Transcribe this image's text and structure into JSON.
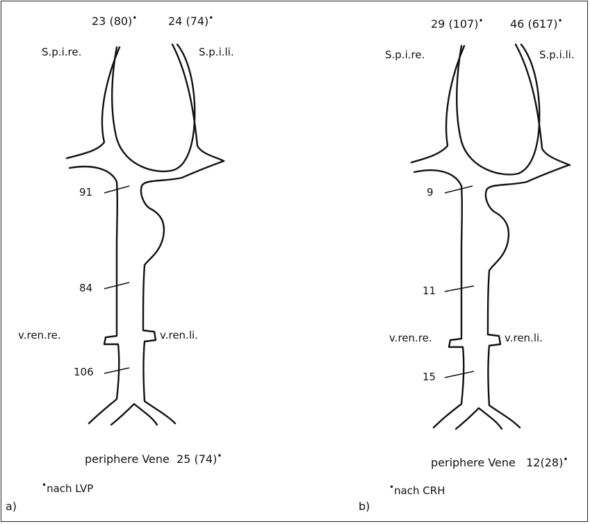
{
  "panels": [
    {
      "id": "a",
      "letter": "a)",
      "top_left": "23 (80)",
      "top_right": "24 (74)",
      "vessel_left": "S.p.i.re.",
      "vessel_right": "S.p.i.li.",
      "sample_upper": "91",
      "sample_middle": "84",
      "sample_lower": "106",
      "renal_right": "v.ren.re.",
      "renal_left": "v.ren.li.",
      "peripheral_label": "periphere Vene",
      "peripheral_value": "25 (74)",
      "footnote": "nach LVP"
    },
    {
      "id": "b",
      "letter": "b)",
      "top_left": "29 (107)",
      "top_right": "46 (617)",
      "vessel_left": "S.p.i.re.",
      "vessel_right": "S.p.i.li.",
      "sample_upper": "9",
      "sample_middle": "11",
      "sample_lower": "15",
      "renal_right": "v.ren.re.",
      "renal_left": "v.ren.li.",
      "peripheral_label": "periphere Vene",
      "peripheral_value": "12(28)",
      "footnote": "nach CRH"
    }
  ],
  "marker": "•"
}
